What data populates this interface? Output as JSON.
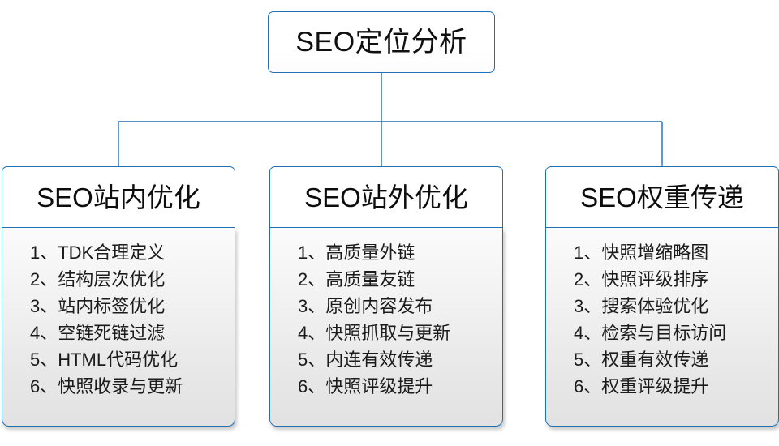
{
  "diagram": {
    "type": "org-chart",
    "accent_color": "#1f6fb5",
    "text_color": "#1b1b1b",
    "background": "#ffffff",
    "root": {
      "title": "SEO定位分析"
    },
    "branches": [
      {
        "title": "SEO站内优化",
        "items": [
          "1、TDK合理定义",
          "2、结构层次优化",
          "3、站内标签优化",
          "4、空链死链过滤",
          "5、HTML代码优化",
          "6、快照收录与更新"
        ]
      },
      {
        "title": "SEO站外优化",
        "items": [
          "1、高质量外链",
          "2、高质量友链",
          "3、原创内容发布",
          "4、快照抓取与更新",
          "5、内连有效传递",
          "6、快照评级提升"
        ]
      },
      {
        "title": "SEO权重传递",
        "items": [
          "1、快照增缩略图",
          "2、快照评级排序",
          "3、搜索体验优化",
          "4、检索与目标访问",
          "5、权重有效传递",
          "6、权重评级提升"
        ]
      }
    ]
  }
}
